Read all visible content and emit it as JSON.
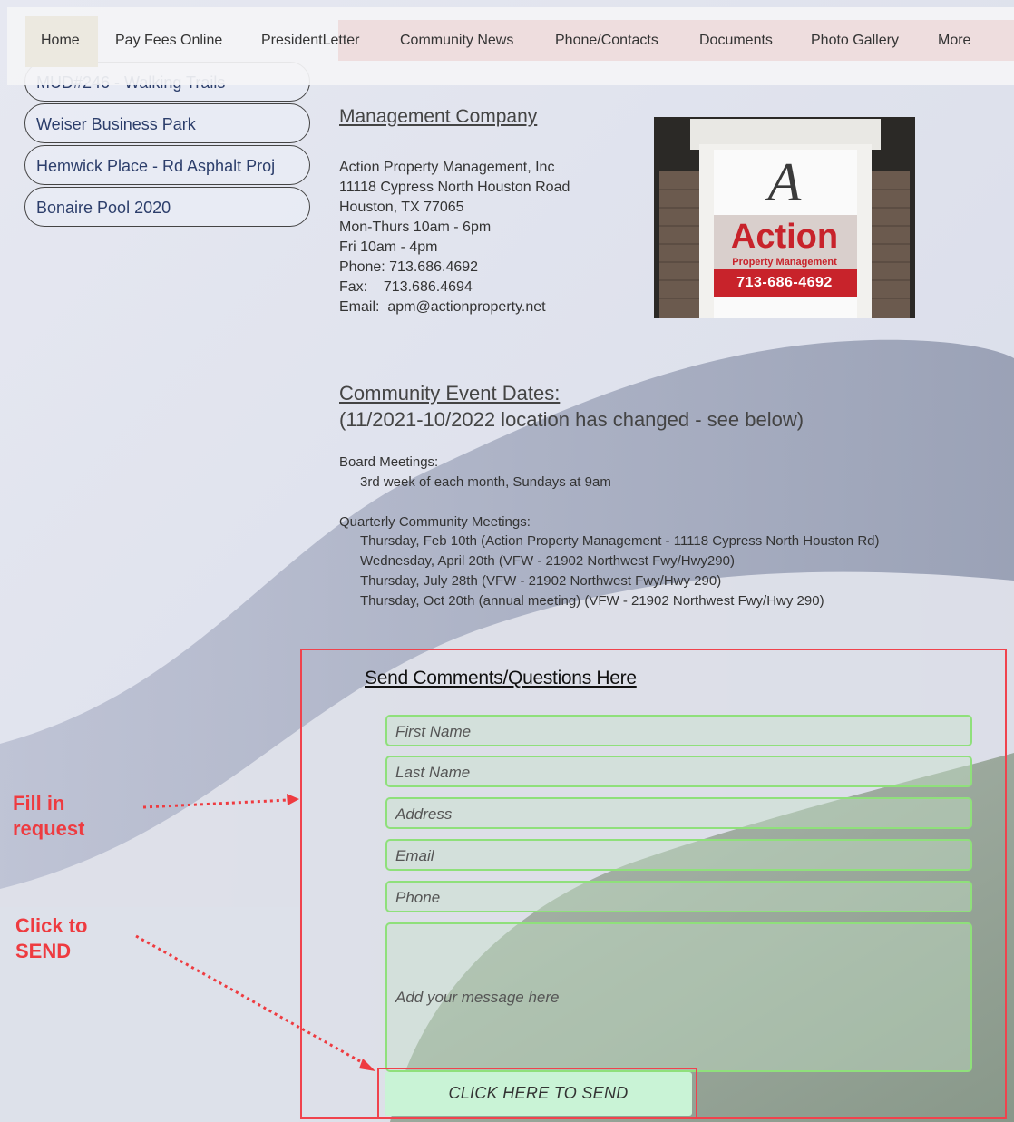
{
  "nav": {
    "items": [
      "Home",
      "Pay Fees Online",
      "PresidentLetter",
      "Community News",
      "Phone/Contacts",
      "Documents",
      "Photo Gallery",
      "More"
    ]
  },
  "sidebar": {
    "items": [
      "MUD#246 - Walking Trails",
      "Weiser Business Park",
      "Hemwick Place - Rd Asphalt Proj",
      "Bonaire Pool 2020"
    ]
  },
  "management": {
    "title": "Management Company",
    "lines": [
      "Action Property Management, Inc",
      "11118 Cypress North Houston Road",
      "Houston, TX 77065",
      "Mon-Thurs 10am - 6pm",
      "Fri 10am - 4pm",
      "Phone: 713.686.4692",
      "Fax:    713.686.4694",
      "Email:  apm@actionproperty.net"
    ],
    "sign": {
      "script": "A",
      "brand": "Action",
      "sub": "Property Management",
      "phone": "713-686-4692"
    }
  },
  "events": {
    "title": "Community Event Dates:",
    "subtitle": "(11/2021-10/2022 location has changed - see below)",
    "board_label": "Board Meetings:",
    "board_detail": "3rd week of each month, Sundays at 9am",
    "quarterly_label": "Quarterly Community Meetings:",
    "quarterly": [
      "Thursday, Feb 10th  (Action Property Management - 11118 Cypress North Houston Rd)",
      "Wednesday, April 20th (VFW - 21902 Northwest Fwy/Hwy290)",
      "Thursday, July 28th (VFW - 21902 Northwest Fwy/Hwy 290)",
      "Thursday, Oct 20th (annual meeting)  (VFW - 21902 Northwest Fwy/Hwy 290)"
    ]
  },
  "form": {
    "title": "Send Comments/Questions Here",
    "placeholders": {
      "first": "First Name",
      "last": "Last Name",
      "address": "Address",
      "email": "Email",
      "phone": "Phone",
      "message": "Add your message here"
    },
    "send_label": "CLICK HERE TO SEND"
  },
  "annotations": {
    "fill_line1": "Fill in",
    "fill_line2": "request",
    "click_line1": "Click to",
    "click_line2": "SEND"
  },
  "colors": {
    "annotation_red": "#ee3b40",
    "field_border": "#8fe07b",
    "send_button": "#c9f3d6",
    "link_blue": "#2c3e6b"
  }
}
